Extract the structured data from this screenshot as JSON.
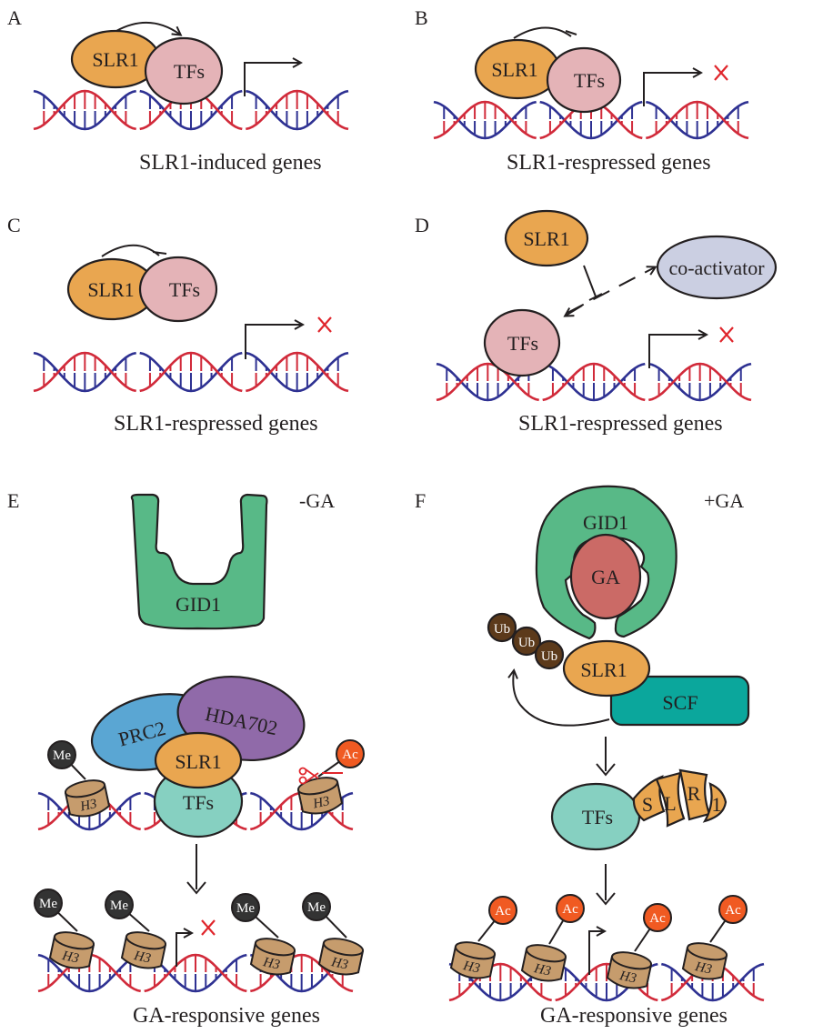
{
  "figure": {
    "colors": {
      "slr1": "#e9a650",
      "tfs_pink": "#e4b3b7",
      "tfs_teal": "#86d0c1",
      "coactivator": "#cbcfe2",
      "gid1": "#58b987",
      "ga": "#cb6a66",
      "prc2": "#5aa6d3",
      "hda702": "#906aa9",
      "scf": "#0ba79c",
      "me": "#333333",
      "ac": "#f05a22",
      "ub": "#5c3a1b",
      "h3": "#c69c6d",
      "dna_blue": "#2e3192",
      "dna_red": "#d12a3a",
      "repress_x": "#e0262c"
    },
    "panels": [
      {
        "id": "A",
        "label": "A",
        "slr1": "SLR1",
        "tfs": "TFs",
        "relation": "activates",
        "transcription": "on",
        "caption": "SLR1-induced genes"
      },
      {
        "id": "B",
        "label": "B",
        "slr1": "SLR1",
        "tfs": "TFs",
        "relation": "inhibits",
        "transcription": "blocked",
        "caption": "SLR1-respressed genes"
      },
      {
        "id": "C",
        "label": "C",
        "slr1": "SLR1",
        "tfs": "TFs",
        "relation": "inhibits",
        "transcription": "blocked",
        "caption": "SLR1-respressed genes"
      },
      {
        "id": "D",
        "label": "D",
        "slr1": "SLR1",
        "tfs": "TFs",
        "coactivator": "co-activator",
        "relation": "inhibits interaction",
        "transcription": "blocked",
        "caption": "SLR1-respressed genes"
      },
      {
        "id": "E",
        "label": "E",
        "condition": "-GA",
        "gid1": "GID1",
        "prc2": "PRC2",
        "hda702": "HDA702",
        "slr1": "SLR1",
        "tfs": "TFs",
        "me": "Me",
        "ac": "Ac",
        "h3": "H3",
        "transcription": "blocked",
        "caption": "GA-responsive genes"
      },
      {
        "id": "F",
        "label": "F",
        "condition": "+GA",
        "gid1": "GID1",
        "ga": "GA",
        "slr1": "SLR1",
        "scf": "SCF",
        "ub": "Ub",
        "tfs": "TFs",
        "fragments": [
          "S",
          "L",
          "R",
          "1"
        ],
        "ac": "Ac",
        "h3": "H3",
        "transcription": "on",
        "caption": "GA-responsive genes"
      }
    ]
  }
}
